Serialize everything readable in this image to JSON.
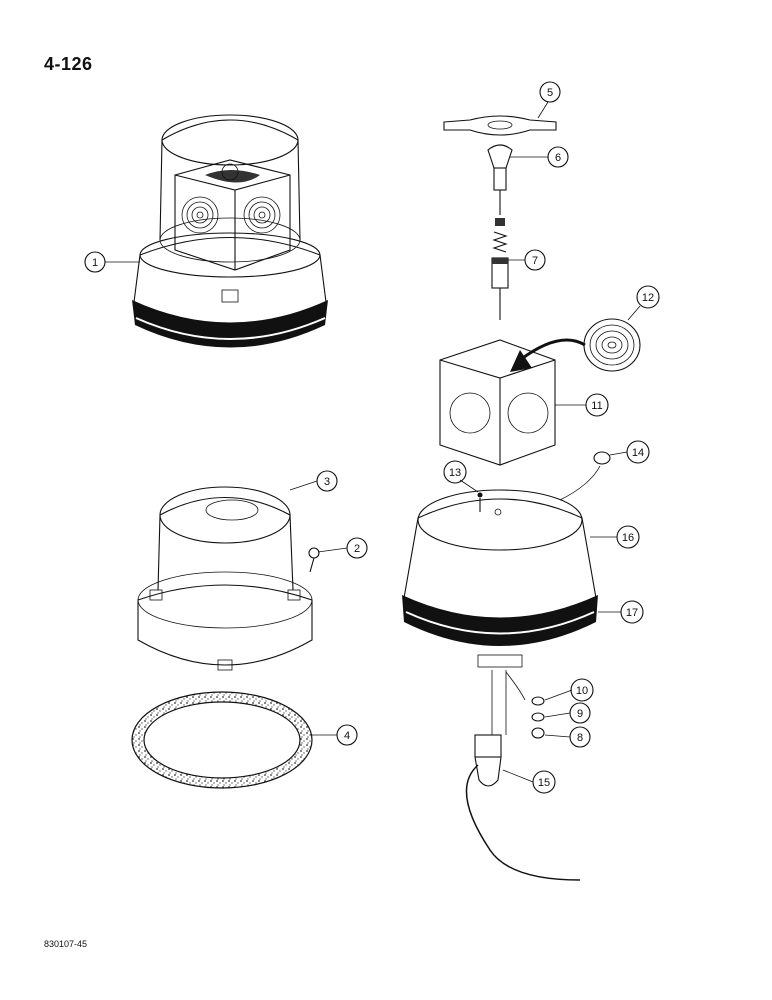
{
  "page_number": "4-126",
  "document_code": "830107-45",
  "callouts": [
    {
      "id": "c1",
      "label": "1"
    },
    {
      "id": "c2",
      "label": "2"
    },
    {
      "id": "c3",
      "label": "3"
    },
    {
      "id": "c4",
      "label": "4"
    },
    {
      "id": "c5",
      "label": "5"
    },
    {
      "id": "c6",
      "label": "6"
    },
    {
      "id": "c7",
      "label": "7"
    },
    {
      "id": "c8",
      "label": "8"
    },
    {
      "id": "c9",
      "label": "9"
    },
    {
      "id": "c10",
      "label": "10"
    },
    {
      "id": "c11",
      "label": "11"
    },
    {
      "id": "c12",
      "label": "12"
    },
    {
      "id": "c13",
      "label": "13"
    },
    {
      "id": "c14",
      "label": "14"
    },
    {
      "id": "c15",
      "label": "15"
    },
    {
      "id": "c16",
      "label": "16"
    },
    {
      "id": "c17",
      "label": "17"
    }
  ]
}
